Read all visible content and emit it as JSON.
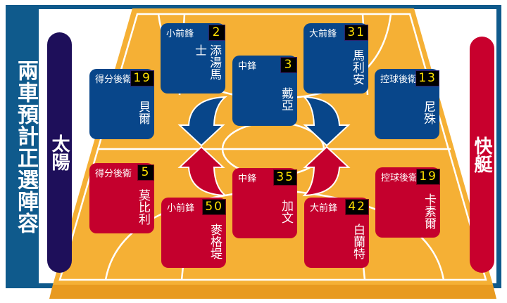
{
  "title": "兩車預計正選陣容",
  "teams": {
    "left": "太陽",
    "right": "快艇"
  },
  "colors": {
    "suns": "#08468a",
    "clippers": "#c4002d",
    "court": "#f5b035",
    "frame": "#0f5a8c"
  },
  "cards": [
    {
      "team": "suns",
      "position": "小前鋒",
      "number": "2",
      "name": "添湯馬士"
    },
    {
      "team": "suns",
      "position": "得分後衛",
      "number": "19",
      "name": "貝爾"
    },
    {
      "team": "suns",
      "position": "中鋒",
      "number": "3",
      "name": "戴亞"
    },
    {
      "team": "suns",
      "position": "大前鋒",
      "number": "31",
      "name": "馬利安"
    },
    {
      "team": "suns",
      "position": "控球後衛",
      "number": "13",
      "name": "尼殊"
    },
    {
      "team": "clippers",
      "position": "得分後衛",
      "number": "5",
      "name": "莫比利"
    },
    {
      "team": "clippers",
      "position": "小前鋒",
      "number": "50",
      "name": "麥格堤"
    },
    {
      "team": "clippers",
      "position": "中鋒",
      "number": "35",
      "name": "加文"
    },
    {
      "team": "clippers",
      "position": "大前鋒",
      "number": "42",
      "name": "白蘭特"
    },
    {
      "team": "clippers",
      "position": "控球後衛",
      "number": "19",
      "name": "卡素爾"
    }
  ]
}
